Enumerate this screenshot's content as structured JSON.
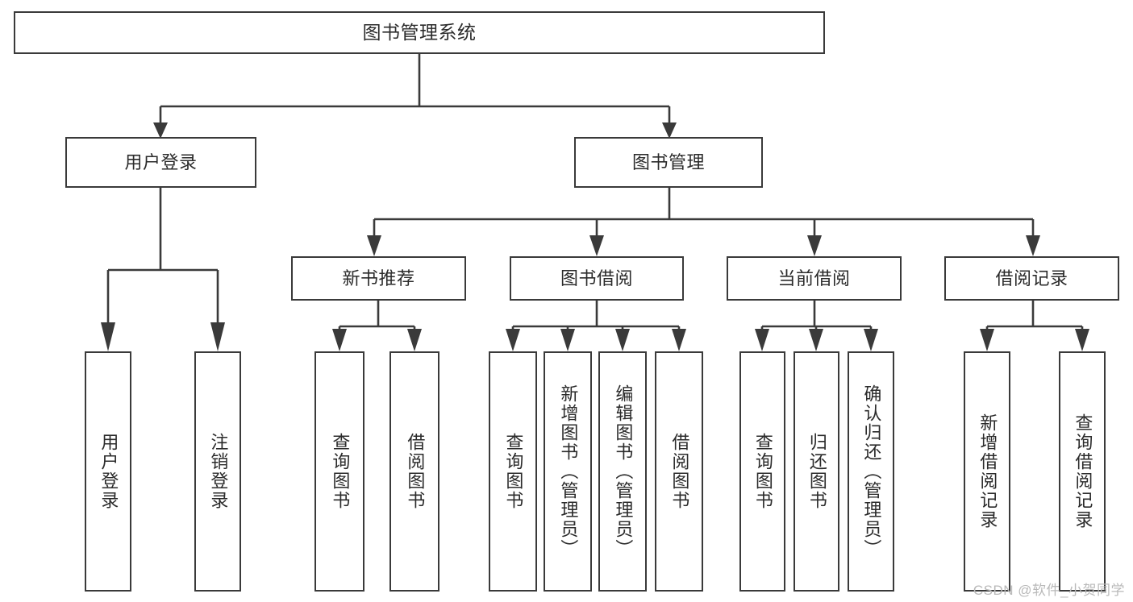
{
  "diagram": {
    "title": "图书管理系统",
    "type": "tree",
    "watermark": "CSDN @软件_小贺同学",
    "colors": {
      "stroke": "#3a3a3a",
      "fill": "#ffffff",
      "text": "#2b2b2b",
      "watermark": "#b9b9b9"
    },
    "root": {
      "label": "图书管理系统"
    },
    "level2": [
      {
        "id": "user-login",
        "label": "用户登录"
      },
      {
        "id": "book-manage",
        "label": "图书管理"
      }
    ],
    "level3": [
      {
        "id": "new-book-recommend",
        "label": "新书推荐"
      },
      {
        "id": "book-borrow",
        "label": "图书借阅"
      },
      {
        "id": "current-borrow",
        "label": "当前借阅"
      },
      {
        "id": "borrow-record",
        "label": "借阅记录"
      }
    ],
    "leaves": {
      "user-login": [
        {
          "id": "leaf-user-login",
          "label": "用户登录"
        },
        {
          "id": "leaf-logout",
          "label": "注销登录"
        }
      ],
      "new-book-recommend": [
        {
          "id": "leaf-query-book-1",
          "label": "查询图书"
        },
        {
          "id": "leaf-borrow-book-1",
          "label": "借阅图书"
        }
      ],
      "book-borrow": [
        {
          "id": "leaf-query-book-2",
          "label": "查询图书"
        },
        {
          "id": "leaf-add-book",
          "label": "新增图书（管理员）"
        },
        {
          "id": "leaf-edit-book",
          "label": "编辑图书（管理员）"
        },
        {
          "id": "leaf-borrow-book-2",
          "label": "借阅图书"
        }
      ],
      "current-borrow": [
        {
          "id": "leaf-query-book-3",
          "label": "查询图书"
        },
        {
          "id": "leaf-return-book",
          "label": "归还图书"
        },
        {
          "id": "leaf-confirm-return",
          "label": "确认归还（管理员）"
        }
      ],
      "borrow-record": [
        {
          "id": "leaf-add-record",
          "label": "新增借阅记录"
        },
        {
          "id": "leaf-query-record",
          "label": "查询借阅记录"
        }
      ]
    }
  }
}
